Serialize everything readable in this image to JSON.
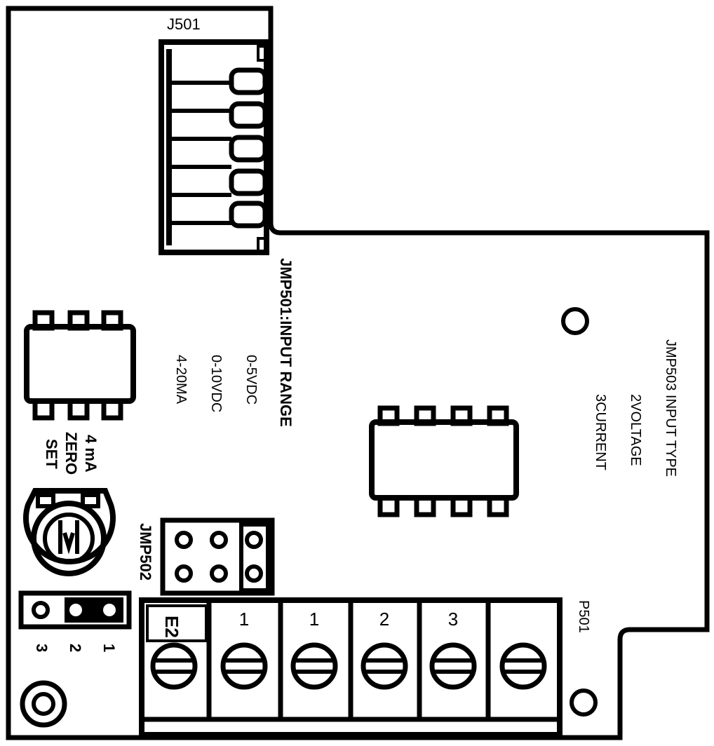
{
  "labels": {
    "connector": "J501",
    "jumper_input_range": "JMP501:INPUT RANGE",
    "range_options": [
      "4-20MA",
      "0-10VDC",
      "0-5VDC"
    ],
    "zero_set": [
      "4 mA",
      "ZERO",
      "SET"
    ],
    "jumper_502": "JMP502",
    "jumper_503": "JMP503 INPUT TYPE",
    "type_options": [
      "2VOLTAGE",
      "3CURRENT"
    ],
    "pot_pins": [
      "3",
      "2",
      "1"
    ],
    "terminal_block": "P501",
    "terminals": [
      "E2",
      "1",
      "1",
      "2",
      "3",
      ""
    ]
  }
}
